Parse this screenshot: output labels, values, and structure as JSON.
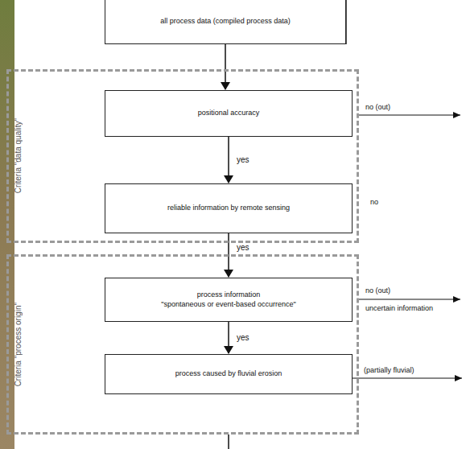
{
  "diagram": {
    "nodes": [
      {
        "text": [
          "all process data (compiled process data)"
        ]
      },
      {
        "text": [
          "Criteria \"data quality\""
        ]
      },
      {
        "text": [
          "positional accuracy"
        ],
        "in": 1
      },
      {
        "text": [
          "reliable information by remote sensing"
        ],
        "in": 1
      },
      {
        "text": [
          "Criteria \"process origin\""
        ]
      },
      {
        "text": [
          "process information",
          "\"spontaneous or event-based occurrence\""
        ],
        "in": 4
      },
      {
        "text": [
          "process caused by fluvial erosion"
        ],
        "in": 4
      }
    ],
    "edges": [
      {
        "from": 0,
        "to": 2,
        "arrow": "to"
      },
      {
        "from": 2,
        "to": 3,
        "label": "yes",
        "arrow": "to"
      },
      {
        "from": 3,
        "to": 5,
        "label": "yes",
        "arrow": "to"
      },
      {
        "from": 5,
        "to": 6,
        "label": "yes",
        "arrow": "to"
      }
    ],
    "labels": [
      "no (out)",
      "no",
      "no (out)",
      "uncertain information",
      "(partially fluvial)"
    ]
  }
}
